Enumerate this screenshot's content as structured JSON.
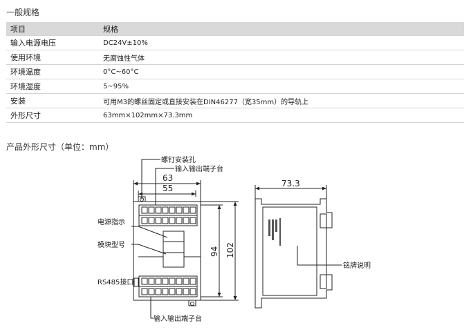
{
  "spec_section": {
    "title": "一般规格",
    "header": {
      "item": "项目",
      "spec": "规格"
    },
    "rows": [
      {
        "item": "输入电源电压",
        "spec": "DC24V±10%"
      },
      {
        "item": "使用环境",
        "spec": "无腐蚀性气体"
      },
      {
        "item": "环境温度",
        "spec": "0°C~60°C"
      },
      {
        "item": "环境湿度",
        "spec": "5~95%"
      },
      {
        "item": "安装",
        "spec": "可用M3的螺丝固定或直接安装在DIN46277（宽35mm）的导轨上"
      },
      {
        "item": "外形尺寸",
        "spec": "63mm×102mm×73.3mm"
      }
    ]
  },
  "dimension_section": {
    "title": "产品外形尺寸（单位：mm）",
    "labels": {
      "screw_hole": "螺钉安装孔",
      "io_terminal_top": "输入输出端子台",
      "io_terminal_bottom": "输入输出端子台",
      "power_indicator": "电源指示",
      "model_number": "模块型号",
      "rs485_port": "RS485接口",
      "nameplate": "铭牌说明"
    },
    "dimensions": {
      "width_outer": "63",
      "width_inner": "55",
      "height_inner": "94",
      "height_outer": "102",
      "depth": "73.3"
    }
  }
}
